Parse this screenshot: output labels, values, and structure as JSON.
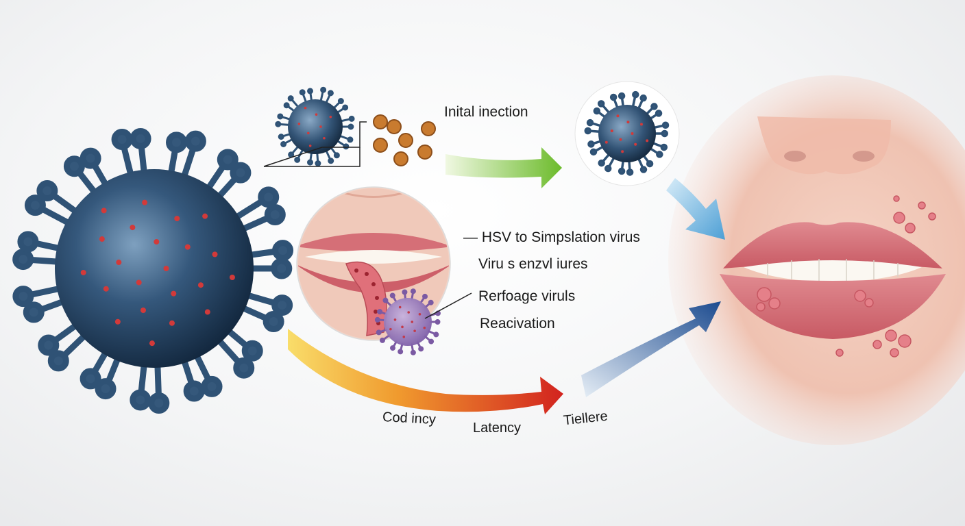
{
  "labels": {
    "initial_infection": "Inital inection",
    "hsv_line": "— HSV to Simpslation virus",
    "virus_line": "Viru s enzvl iures",
    "refoage_line": "Rerfoage viruls",
    "reactivation": "Reacivation",
    "cod_incy": "Cod incy",
    "latency": "Latency",
    "tiellere": "Tiellere"
  },
  "colors": {
    "virus_body": "#2f4f6f",
    "virus_spike": "#3a5a7e",
    "virus_dots": "#d23a3a",
    "arrow_green_start": "#e8f4d0",
    "arrow_green_end": "#7cc23a",
    "arrow_blue_light": "#5aa7d8",
    "arrow_warm_start": "#f6c640",
    "arrow_warm_end": "#d52b25",
    "arrow_blue_dark": "#1f4f93",
    "lip": "#d9727a",
    "skin": "#f1c7b8",
    "sore": "#e3858a"
  },
  "icons": [
    "virus-large-icon",
    "virus-small-icon",
    "cell-cluster-icon",
    "mouth-inset-icon",
    "lips-face-icon"
  ]
}
